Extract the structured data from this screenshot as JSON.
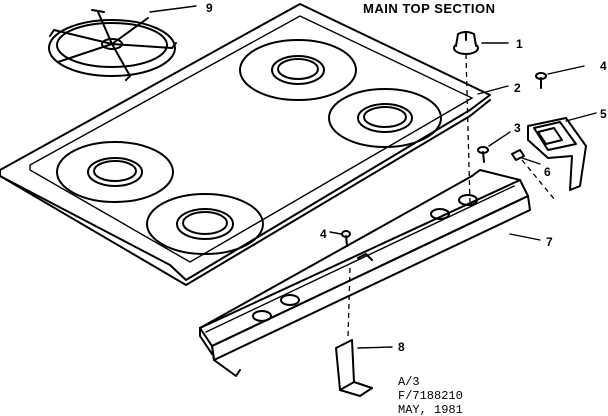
{
  "title": "MAIN TOP SECTION",
  "callouts": [
    "1",
    "2",
    "3",
    "4",
    "4",
    "5",
    "6",
    "7",
    "8",
    "9"
  ],
  "notes": [
    "A/3",
    "F/7188210",
    "MAY, 1981"
  ],
  "colors": {
    "ink": "#000000",
    "paper": "#ffffff"
  }
}
